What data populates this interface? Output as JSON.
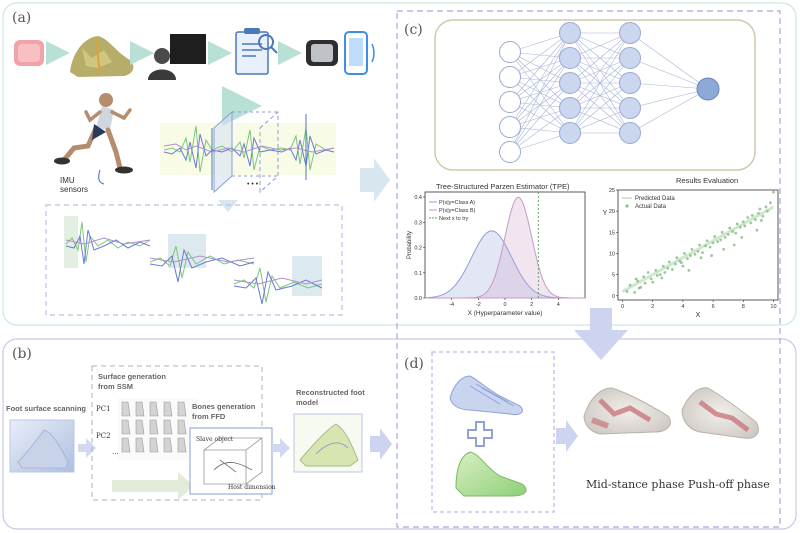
{
  "panels": {
    "a": "(a)",
    "b": "(b)",
    "c": "(c)",
    "d": "(d)"
  },
  "panel_a": {
    "imu_label": "IMU\nsensors",
    "ellipsis": "• • •"
  },
  "panel_c": {
    "results_title": "Results Evaluation",
    "tpe_title": "Tree-Structured Parzen Estimator (TPE)"
  },
  "panel_b": {
    "foot_scanning": "Foot surface scanning",
    "surface_gen": "Surface generation from SSM",
    "pc1": "PC1",
    "pc2": "PC2",
    "bones_gen": "Bones generation from FFD",
    "slave": "Slave object",
    "host": "Host dimension",
    "reconstructed": "Reconstructed foot model",
    "ellipsis": "..."
  },
  "panel_d": {
    "mid_stance": "Mid-stance phase",
    "push_off": "Push-off phase"
  },
  "chart_data": [
    {
      "type": "area",
      "title": "Tree-Structured Parzen Estimator (TPE)",
      "xlabel": "X (Hyperparameter value)",
      "ylabel": "Probability",
      "xlim": [
        -6,
        6
      ],
      "ylim": [
        0,
        0.42
      ],
      "x_ticks": [
        -4,
        -2,
        0,
        2,
        4
      ],
      "y_ticks": [
        0.0,
        0.1,
        0.2,
        0.3,
        0.4
      ],
      "series": [
        {
          "name": "P(x|y=Class A)",
          "mean": -1,
          "sd": 1.5,
          "color": "#8e9fd8"
        },
        {
          "name": "P(x|y=Class B)",
          "mean": 1,
          "sd": 1,
          "color": "#c79ac5"
        }
      ],
      "vline": {
        "name": "Next x to try",
        "x": 2.5,
        "color": "#5aa05a"
      },
      "legend": "top-left"
    },
    {
      "type": "scatter",
      "xlabel": "X",
      "ylabel": "Y",
      "xlim": [
        -0.3,
        10.3
      ],
      "ylim": [
        -1,
        25
      ],
      "x_ticks": [
        0,
        2,
        4,
        6,
        8,
        10
      ],
      "y_ticks": [
        0,
        5,
        10,
        15,
        20,
        25
      ],
      "legend": "top-left",
      "series": [
        {
          "name": "Predicted Data",
          "type": "line",
          "x": [
            0,
            10
          ],
          "y": [
            1,
            21
          ],
          "color": "#cfe6cf"
        },
        {
          "name": "Actual Data",
          "type": "scatter",
          "color": "#88c088",
          "x": [
            0.3,
            0.5,
            0.8,
            1.0,
            1.2,
            1.4,
            1.5,
            1.7,
            1.9,
            2.0,
            2.2,
            2.3,
            2.5,
            2.7,
            2.8,
            3.0,
            3.1,
            3.3,
            3.5,
            3.6,
            3.8,
            4.0,
            4.1,
            4.3,
            4.5,
            4.6,
            4.8,
            5.0,
            5.1,
            5.3,
            5.5,
            5.6,
            5.8,
            6.0,
            6.1,
            6.3,
            6.5,
            6.6,
            6.8,
            7.0,
            7.1,
            7.3,
            7.5,
            7.6,
            7.8,
            8.0,
            8.1,
            8.3,
            8.5,
            8.6,
            8.8,
            9.0,
            9.1,
            9.3,
            9.5,
            9.6,
            9.8,
            10.0,
            1.1,
            2.6,
            3.9,
            5.2,
            6.7,
            7.9,
            9.2,
            0.9,
            4.4,
            5.9,
            7.4,
            8.9
          ],
          "y": [
            1.0,
            2.5,
            0.8,
            3.5,
            2.0,
            4.5,
            3.0,
            5.5,
            4.0,
            3.2,
            6.0,
            4.8,
            5.0,
            7.0,
            5.5,
            6.5,
            8.0,
            6.2,
            7.5,
            9.0,
            8.2,
            7.0,
            10.0,
            8.8,
            9.5,
            11.0,
            9.8,
            10.5,
            12.0,
            10.2,
            11.8,
            13.0,
            11.5,
            12.5,
            14.0,
            12.8,
            13.2,
            15.0,
            13.8,
            14.5,
            16.0,
            15.2,
            14.8,
            17.0,
            16.2,
            17.5,
            16.5,
            18.5,
            17.2,
            19.0,
            18.0,
            19.5,
            20.5,
            18.8,
            21.0,
            20.0,
            22.0,
            24.5,
            1.8,
            4.2,
            7.8,
            9.0,
            11.0,
            13.8,
            17.8,
            4.0,
            6.0,
            9.5,
            12.0,
            15.5
          ]
        }
      ]
    }
  ]
}
